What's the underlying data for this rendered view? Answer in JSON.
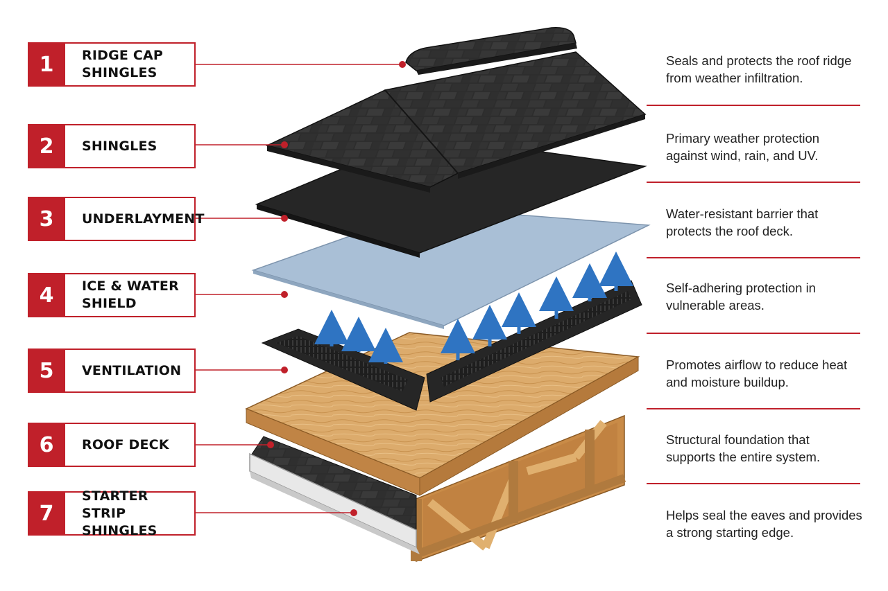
{
  "colors": {
    "accent": "#c0202a",
    "shingle": "#2b2b2b",
    "underlayment": "#262626",
    "shield": "#a9bfd6",
    "wood": "#d9a86a",
    "arrow": "#2f74c2"
  },
  "layers": [
    {
      "number": "1",
      "name": "RIDGE CAP\nSHINGLES",
      "description": "Seals and protects the roof ridge\nfrom weather infiltration."
    },
    {
      "number": "2",
      "name": "SHINGLES",
      "description": "Primary weather protection\nagainst wind, rain, and UV."
    },
    {
      "number": "3",
      "name": "UNDERLAYMENT",
      "description": "Water-resistant barrier that\nprotects the roof deck."
    },
    {
      "number": "4",
      "name": "ICE & WATER\nSHIELD",
      "description": "Self-adhering protection in\nvulnerable areas."
    },
    {
      "number": "5",
      "name": "VENTILATION",
      "description": "Promotes airflow to reduce heat\nand moisture buildup."
    },
    {
      "number": "6",
      "name": "ROOF DECK",
      "description": "Structural foundation that\nsupports the entire system."
    },
    {
      "number": "7",
      "name": "STARTER STRIP\nSHINGLES",
      "description": "Helps seal the eaves and provides\na strong starting edge."
    }
  ]
}
